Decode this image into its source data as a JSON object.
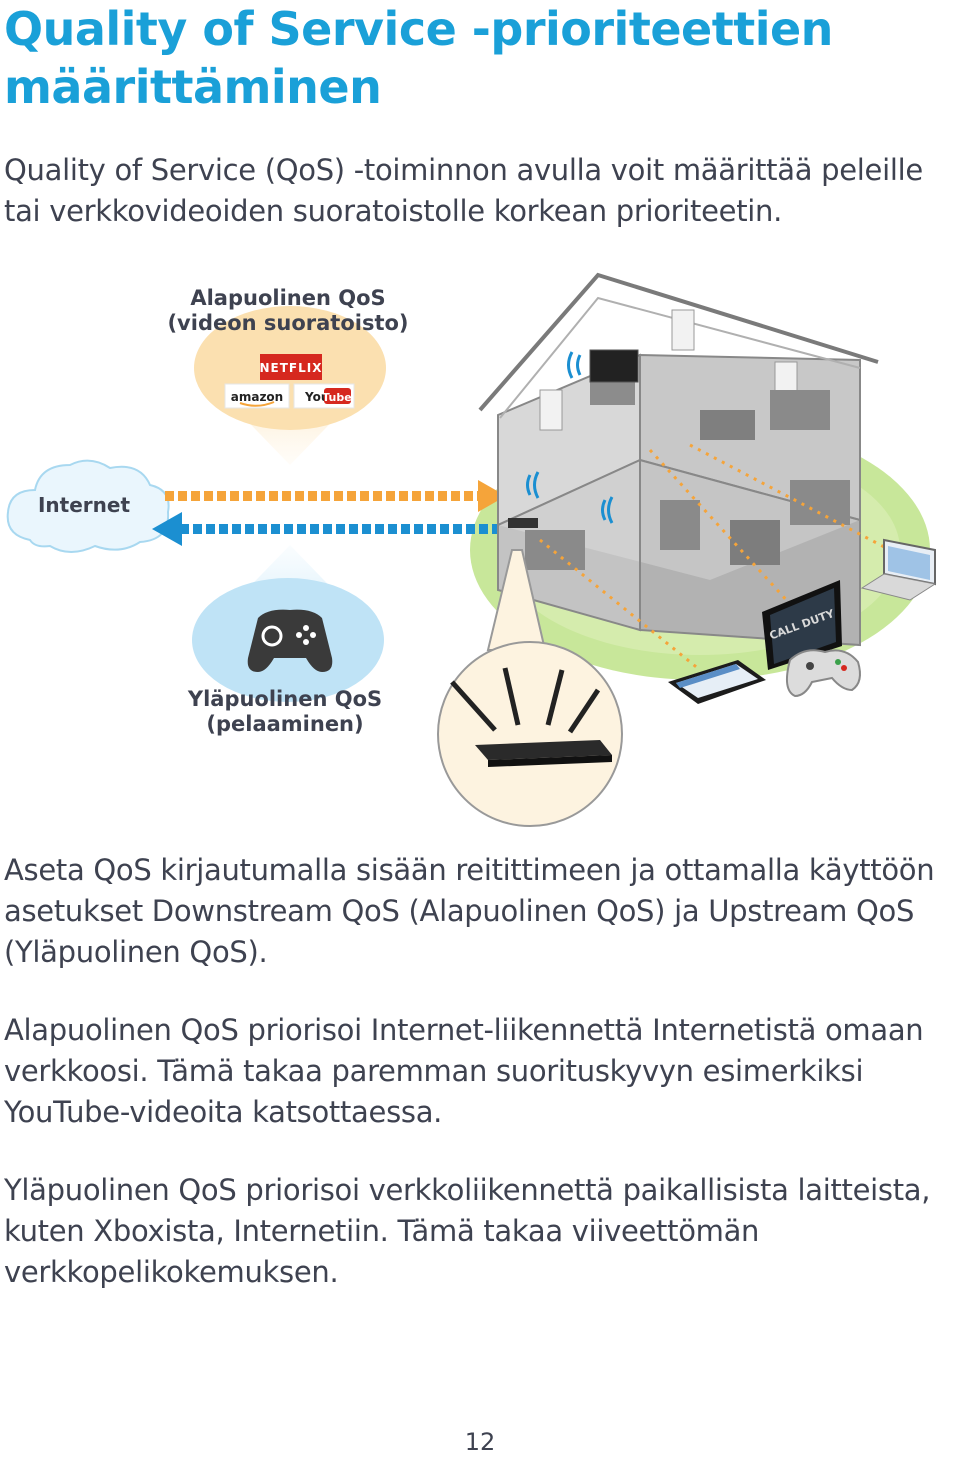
{
  "page": {
    "title": "Quality of Service -prioriteettien määrittäminen",
    "intro": "Quality of Service (QoS) -toiminnon avulla voit määrittää peleille tai verkkovideoiden suoratoistolle korkean prioriteetin.",
    "paragraphs": [
      "Aseta QoS kirjautumalla sisään reitittimeen ja ottamalla käyttöön asetukset Downstream QoS (Alapuolinen QoS) ja Upstream QoS (Yläpuolinen QoS).",
      "Alapuolinen QoS priorisoi Internet-liikennettä Internetistä omaan verkkoosi. Tämä takaa paremman suorituskyvyn esimerkiksi YouTube-videoita katsottaessa.",
      "Yläpuolinen QoS priorisoi verkkoliikennettä paikallisista laitteista, kuten Xboxista, Internetiin. Tämä takaa viiveettömän verkkopelikokemuksen."
    ],
    "page_number": "12"
  },
  "figure": {
    "downstream_label_1": "Alapuolinen QoS",
    "downstream_label_2": "(videon suoratoisto)",
    "upstream_label_1": "Yläpuolinen QoS",
    "upstream_label_2": "(pelaaminen)",
    "internet_label": "Internet",
    "logos": {
      "netflix": "NETFLIX",
      "amazon": "amazon",
      "youtube_you": "You",
      "youtube_tube": "Tube"
    },
    "game_title": "CALL DUTY",
    "icons": [
      "cloud-icon",
      "gamepad-icon",
      "router-icon",
      "house-icon",
      "laptop-icon",
      "tablet-icon",
      "tv-icon",
      "controller-icon"
    ],
    "colors": {
      "title": "#1aa0d8",
      "upstream_arrow": "#1b8fd1",
      "downstream_arrow": "#f5a43a",
      "lawn": "#bfe08a",
      "bubble_down": "#fbe0b0",
      "bubble_up": "#bfe3f6"
    }
  }
}
